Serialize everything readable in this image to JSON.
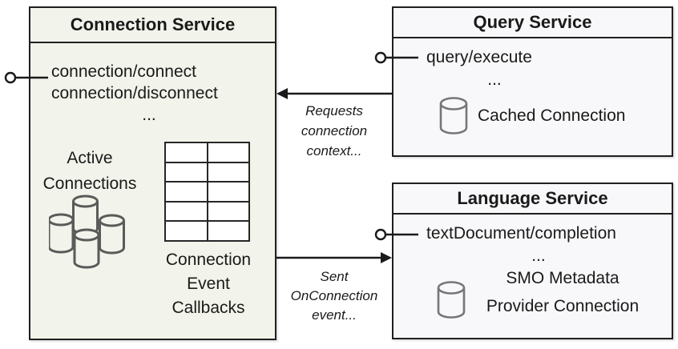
{
  "colors": {
    "connection_fill": "#f2f3ea",
    "service_fill": "#f8f8fa",
    "border": "#1f1f1f",
    "text": "#1a1a1a",
    "cluster_cylinder_stroke": "#5a5a5a",
    "cylinder_stroke": "#767676"
  },
  "connection_service": {
    "title": "Connection Service",
    "methods": [
      "connection/connect",
      "connection/disconnect"
    ],
    "ellipsis": "...",
    "active_connections": {
      "lines": [
        "Active",
        "Connections"
      ]
    },
    "callbacks": {
      "lines": [
        "Connection",
        "Event",
        "Callbacks"
      ]
    }
  },
  "query_service": {
    "title": "Query Service",
    "methods": [
      "query/execute"
    ],
    "ellipsis": "...",
    "cached_connection_label": "Cached Connection"
  },
  "language_service": {
    "title": "Language Service",
    "methods": [
      "textDocument/completion"
    ],
    "ellipsis": "...",
    "smo_label": {
      "lines": [
        "SMO Metadata",
        "Provider Connection"
      ]
    }
  },
  "connectors": {
    "requests_label": {
      "lines": [
        "Requests",
        "connection",
        "context..."
      ]
    },
    "sent_label": {
      "lines": [
        "Sent",
        "OnConnection",
        "event..."
      ]
    }
  }
}
